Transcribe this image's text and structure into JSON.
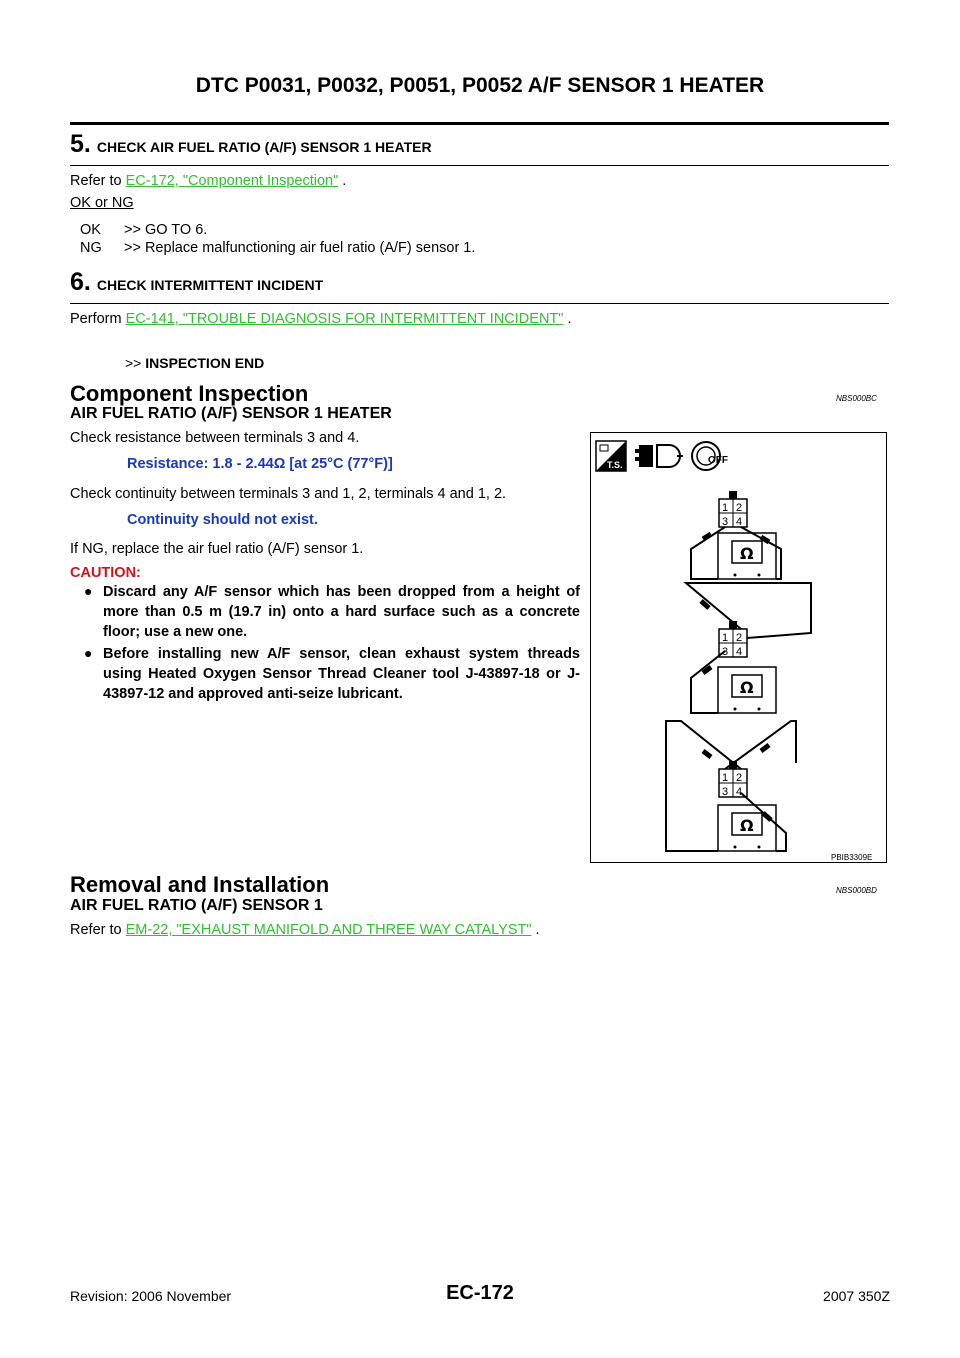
{
  "header": {
    "title": "DTC P0031, P0032, P0051, P0052 A/F SENSOR 1 HEATER"
  },
  "step5": {
    "number": "5.",
    "title": "CHECK AIR FUEL RATIO (A/F) SENSOR 1 HEATER",
    "refer_prefix": "Refer to ",
    "link": "EC-172, \"Component Inspection\"",
    "refer_suffix": " .",
    "ok_ng": "OK or NG",
    "ok_label": "OK",
    "ok_text": ">> GO TO 6.",
    "ng_label": "NG",
    "ng_text": ">> Replace malfunctioning air fuel ratio (A/F) sensor 1."
  },
  "step6": {
    "number": "6.",
    "title": "CHECK INTERMITTENT INCIDENT",
    "perform_prefix": "Perform ",
    "link": "EC-141, \"TROUBLE DIAGNOSIS FOR INTERMITTENT INCIDENT\"",
    "perform_suffix": " .",
    "end_arrow": ">>",
    "end_text": "INSPECTION END"
  },
  "component_inspection": {
    "title": "Component Inspection",
    "code": "NBS000BC",
    "subtitle": "AIR FUEL RATIO (A/F) SENSOR 1 HEATER",
    "check1": "Check resistance between terminals 3 and 4.",
    "resistance": "Resistance: 1.8 - 2.44Ω [at 25°C (77°F)]",
    "check2": "Check continuity between terminals 3 and 1, 2, terminals 4 and 1, 2.",
    "continuity": "Continuity should not exist.",
    "if_ng": "If NG, replace the air fuel ratio (A/F) sensor 1.",
    "caution_label": "CAUTION:",
    "bullets": [
      "Discard any A/F sensor which has been dropped from a height of more than 0.5 m (19.7 in) onto a hard surface such as a concrete floor; use a new one.",
      "Before installing new A/F sensor, clean exhaust system threads using Heated Oxygen Sensor Thread Cleaner tool J-43897-18 or J-43897-12 and approved anti-seize lubricant."
    ],
    "figure": {
      "code": "PBIB3309E",
      "ts_label": "T.S.",
      "off_label": "OFF",
      "ohm": "Ω",
      "terminals": [
        "1",
        "2",
        "3",
        "4"
      ]
    }
  },
  "removal": {
    "title": "Removal and Installation",
    "code": "NBS000BD",
    "subtitle": "AIR FUEL RATIO (A/F) SENSOR 1",
    "refer_prefix": "Refer to ",
    "link": "EM-22, \"EXHAUST MANIFOLD AND THREE WAY CATALYST\"",
    "refer_suffix": " ."
  },
  "footer": {
    "revision": "Revision: 2006 November",
    "page": "EC-172",
    "model": "2007 350Z"
  }
}
